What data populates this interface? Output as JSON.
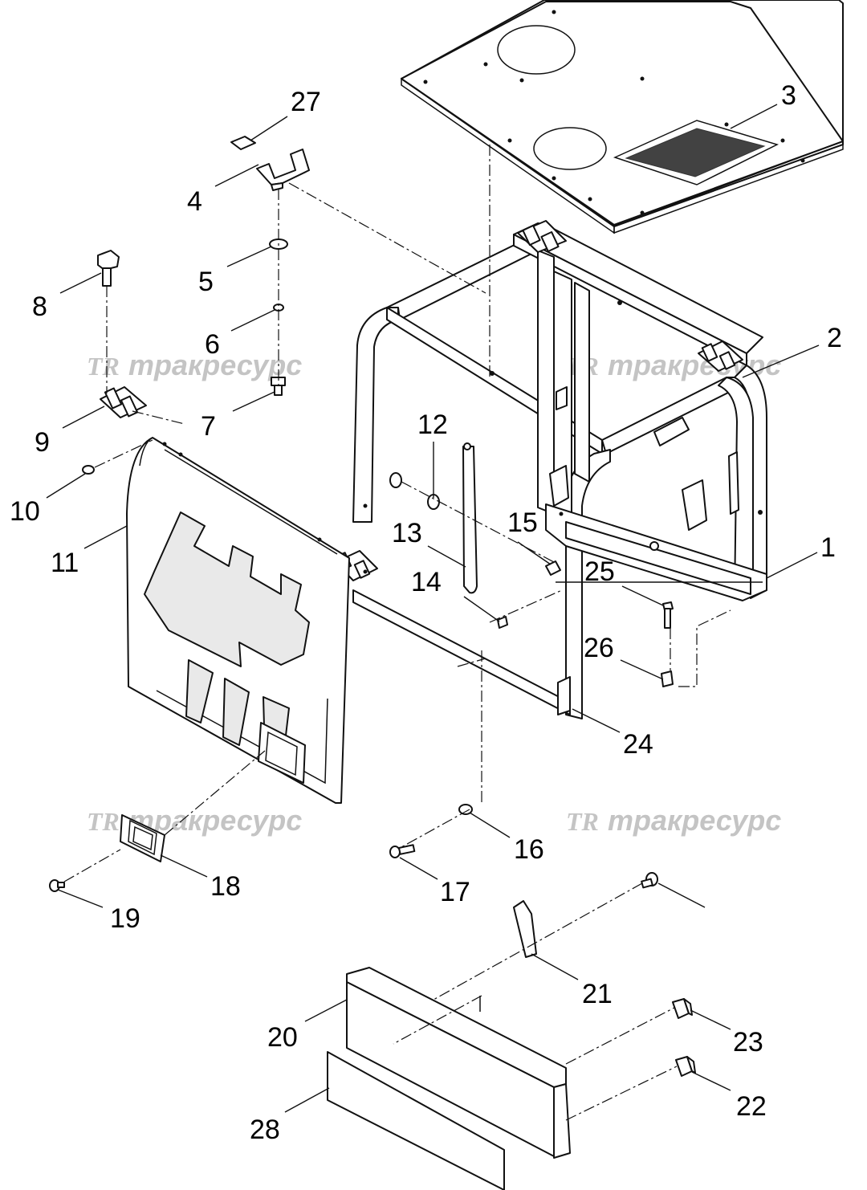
{
  "watermark": {
    "text": "тракресурс",
    "logo": "TR"
  },
  "callouts": [
    "1",
    "2",
    "3",
    "4",
    "5",
    "6",
    "7",
    "8",
    "9",
    "10",
    "11",
    "12",
    "13",
    "14",
    "15",
    "16",
    "17",
    "18",
    "19",
    "20",
    "21",
    "22",
    "23",
    "24",
    "25",
    "26",
    "27",
    "28"
  ],
  "colors": {
    "line": "#111111",
    "watermark": "#c4c4c4",
    "background": "#ffffff"
  }
}
